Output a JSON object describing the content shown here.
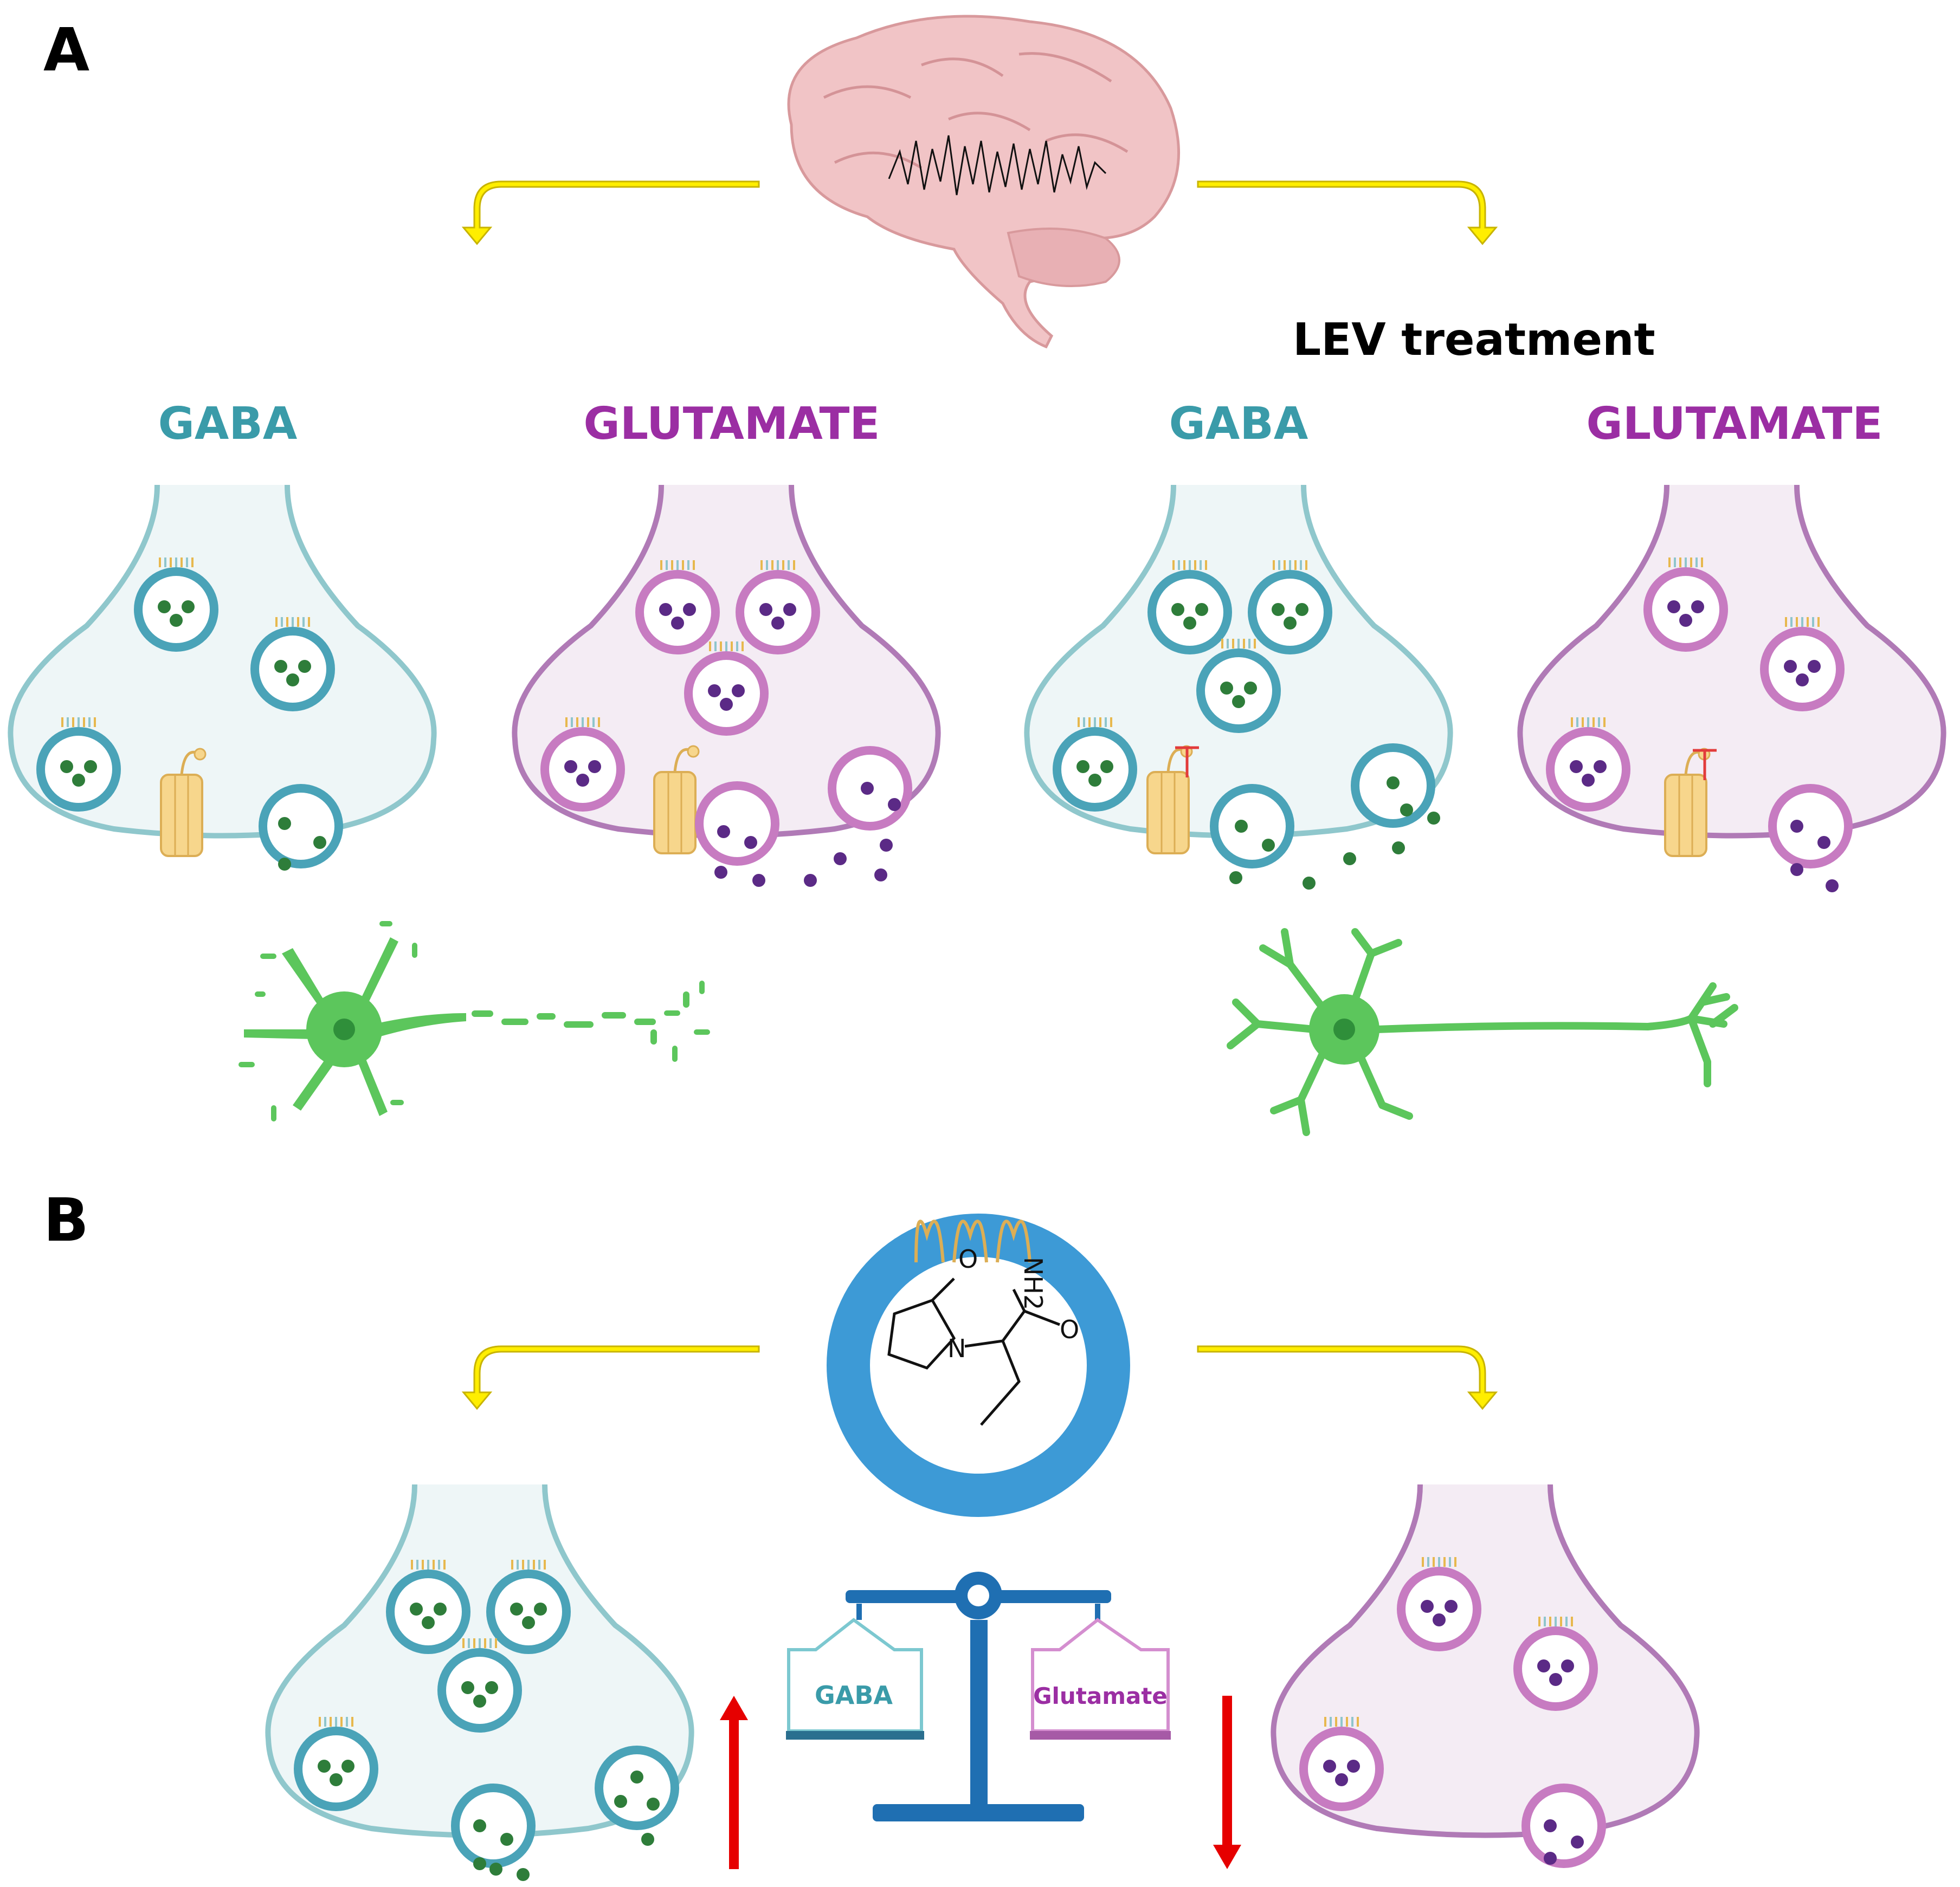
{
  "panel_a": {
    "letter": "A",
    "treatment_title": "LEV treatment",
    "untreated": {
      "gaba_label": "GABA",
      "glutamate_label": "GLUTAMATE"
    },
    "treated": {
      "gaba_label": "GABA",
      "glutamate_label": "GLUTAMATE"
    }
  },
  "panel_b": {
    "letter": "B",
    "scale_left_label": "GABA",
    "scale_right_label": "Glutamate",
    "molecule_atoms": {
      "o_ring": "O",
      "o_amide": "O",
      "n": "N",
      "nh2": "NH2"
    }
  },
  "colors": {
    "gaba": "#3a9ba9",
    "glutamate": "#9b2ea3",
    "gaba_terminal_fill": "#eef6f7",
    "gaba_terminal_stroke": "#8fc7cc",
    "glu_terminal_fill": "#f4ecf4",
    "glu_terminal_stroke": "#b07ab6",
    "gaba_vesicle": "#4aa3b8",
    "glu_vesicle": "#c77bc1",
    "gaba_dot": "#2e7d3a",
    "glu_dot": "#5b2a86",
    "arrow_yellow": "#ffee00",
    "neuron_green": "#5cc65c",
    "sv2a_ring": "#3d9ad6",
    "scale_blue": "#1f6fb2",
    "red_arrow": "#e60000"
  }
}
